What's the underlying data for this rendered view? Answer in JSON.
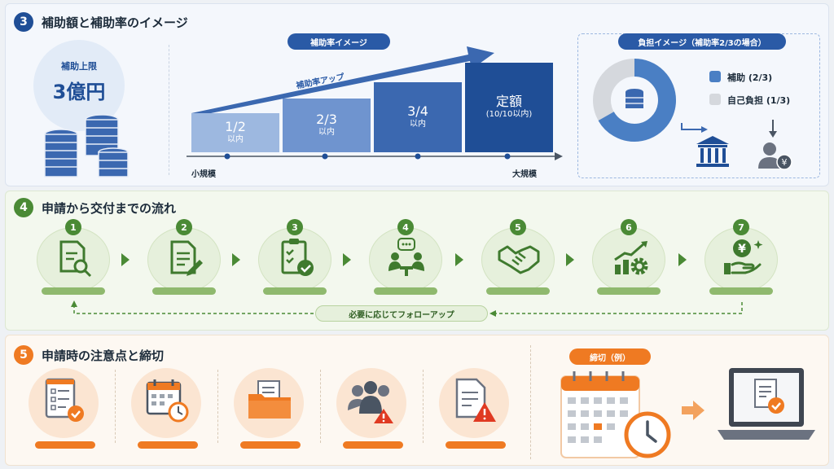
{
  "section3": {
    "number": "3",
    "title": "補助額と補助率のイメージ",
    "limit_label": "補助上限",
    "limit_value": "3億円",
    "rate_pill": "補助率イメージ",
    "rate_up_label": "補助率アップ",
    "axis_left": "小規模",
    "axis_right": "大規模",
    "bars": [
      {
        "rate": "1/2",
        "note": "以内"
      },
      {
        "rate": "2/3",
        "note": "以内"
      },
      {
        "rate": "3/4",
        "note": "以内"
      },
      {
        "rate": "定額",
        "note": "(10/10以内)"
      }
    ],
    "burden_pill": "負担イメージ（補助率2/3の場合）",
    "legend": [
      {
        "label": "補助 (2/3)",
        "color": "#4a7fc4"
      },
      {
        "label": "自己負担 (1/3)",
        "color": "#d5d8dd"
      }
    ],
    "subsidy_fraction": 0.667
  },
  "section4": {
    "number": "4",
    "title": "申請から交付までの流れ",
    "steps": [
      "1",
      "2",
      "3",
      "4",
      "5",
      "6",
      "7"
    ],
    "followup": "必要に応じてフォローアップ"
  },
  "section5": {
    "number": "5",
    "title": "申請時の注意点と締切",
    "deadline_pill": "締切（例）"
  },
  "colors": {
    "blue_dark": "#1f4e96",
    "blue_mid": "#3b68b0",
    "blue_light": "#9db8e0",
    "green": "#4a8a35",
    "orange": "#ef7a22"
  }
}
